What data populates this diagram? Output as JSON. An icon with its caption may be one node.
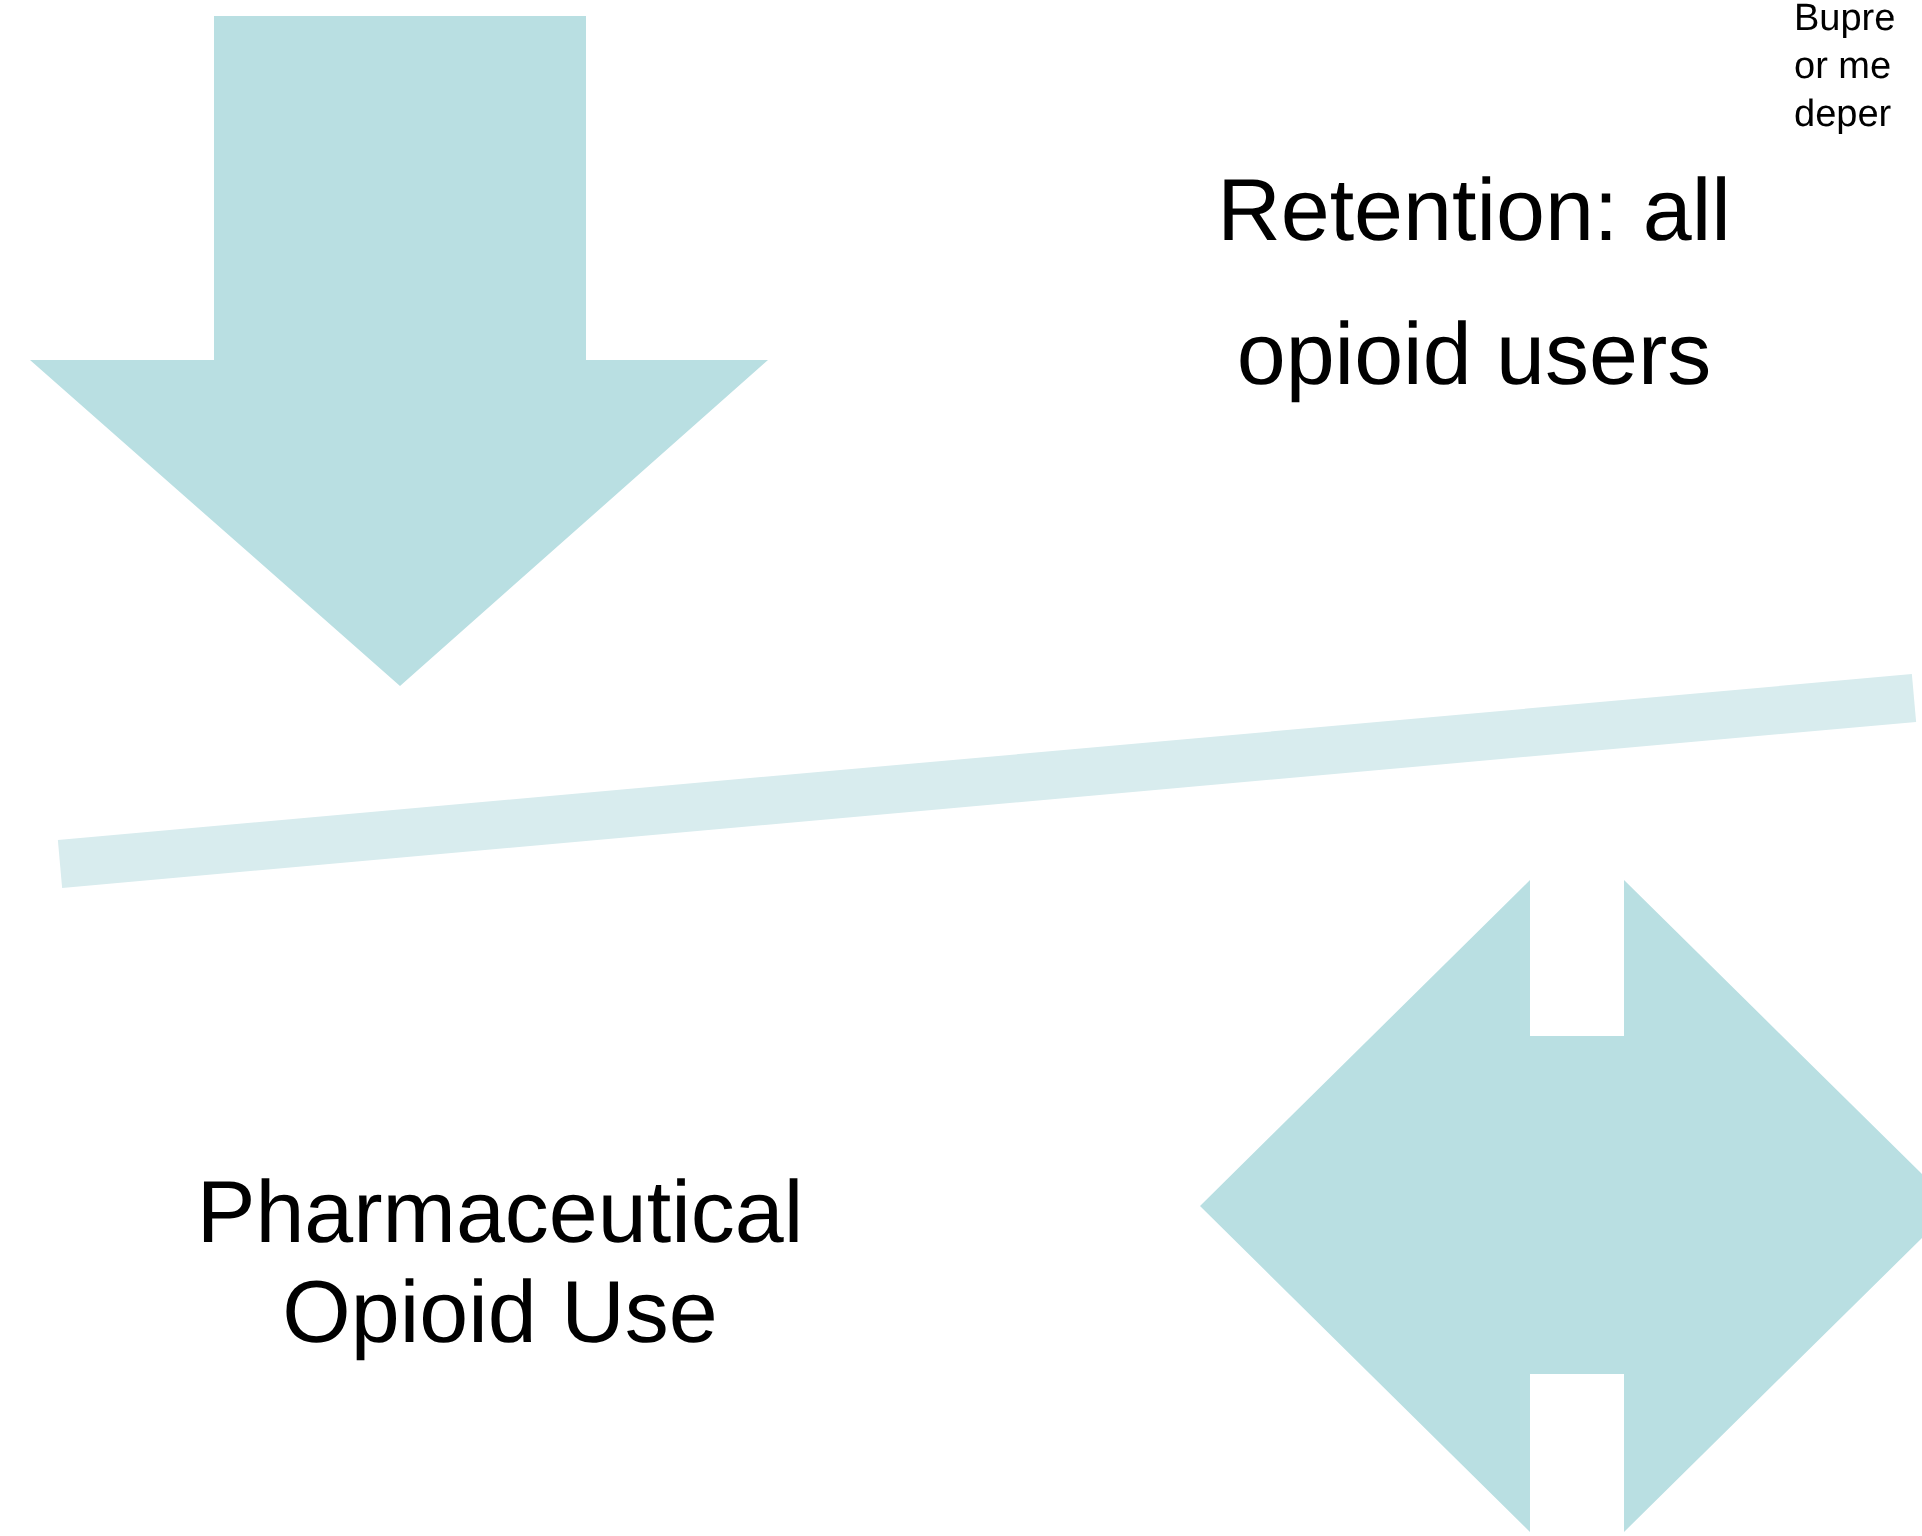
{
  "diagram": {
    "labels": [
      "Bupre or me deper",
      "Retention: all opioid users",
      "Pharmaceutical Opioid Use"
    ]
  }
}
